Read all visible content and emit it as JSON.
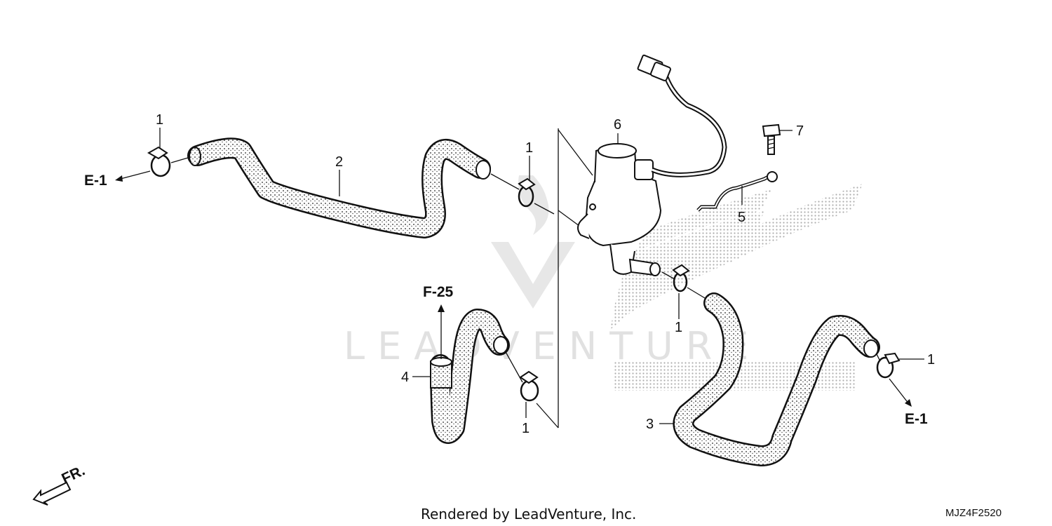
{
  "diagram": {
    "callouts": {
      "c1a": "1",
      "c1b": "1",
      "c1c": "1",
      "c1d": "1",
      "c1e": "1",
      "c2": "2",
      "c3": "3",
      "c4": "4",
      "c5": "5",
      "c6": "6",
      "c7": "7"
    },
    "refs": {
      "e1_left": "E-1",
      "e1_right": "E-1",
      "f25": "F-25"
    },
    "front_label": "FR.",
    "watermark": "LEADVENTURE",
    "footer_text": "Rendered by LeadVenture, Inc.",
    "diagram_code": "MJZ4F2520",
    "icons": [
      "front-arrow-icon",
      "hose-clamp-icon",
      "air-injection-valve-icon",
      "bolt-icon",
      "connector-icon"
    ]
  }
}
